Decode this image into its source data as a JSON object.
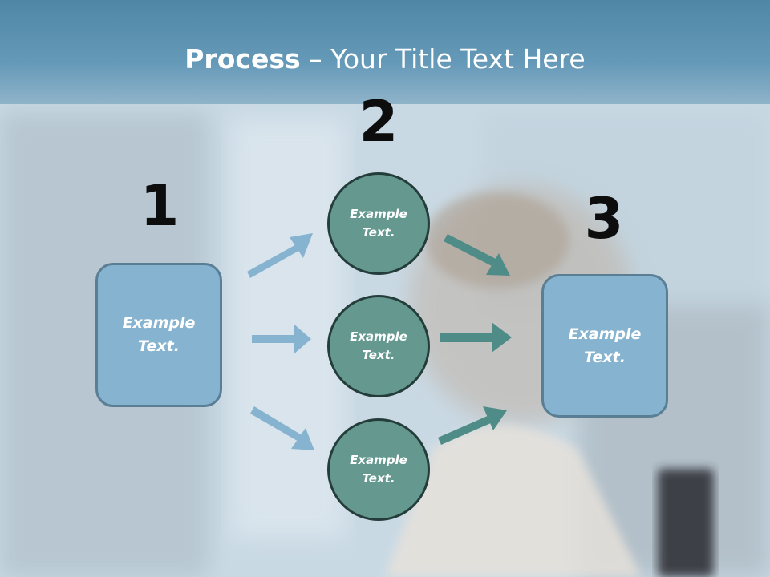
{
  "slide": {
    "title_bold": "Process",
    "title_rest": " – Your Title Text Here",
    "steps": {
      "one": "1",
      "two": "2",
      "three": "3"
    },
    "left_box": {
      "text": "Example\nText."
    },
    "right_box": {
      "text": "Example\nText."
    },
    "circles": [
      {
        "text": "Example\nText."
      },
      {
        "text": "Example\nText."
      },
      {
        "text": "Example\nText."
      }
    ]
  },
  "colors": {
    "box_fill": "#86b3cf",
    "box_border": "#5a7f95",
    "circle_fill": "#65998f",
    "circle_border": "#243d3b",
    "arrow_left": "#86b3cf",
    "arrow_right": "#4f8c88",
    "title_band": "#5b90b0"
  }
}
